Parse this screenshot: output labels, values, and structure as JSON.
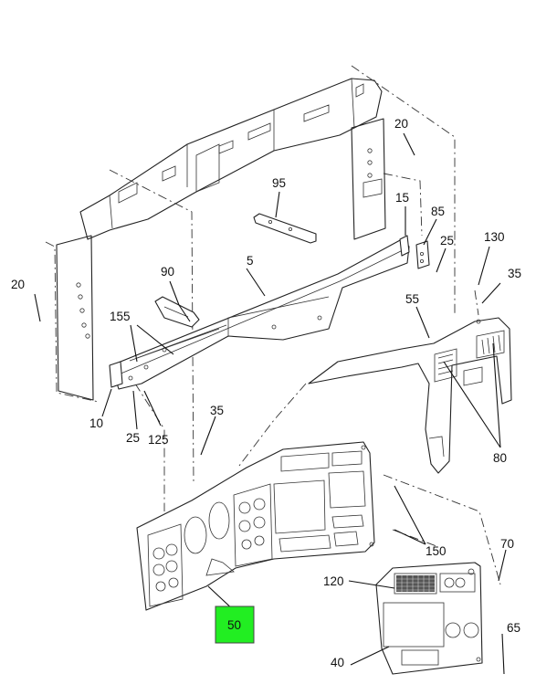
{
  "labels": {
    "l20a": "20",
    "l20b": "20",
    "l95": "95",
    "l15": "15",
    "l85": "85",
    "l25a": "25",
    "l130": "130",
    "l35a": "35",
    "l90": "90",
    "l5": "5",
    "l55": "55",
    "l155": "155",
    "l10": "10",
    "l25b": "25",
    "l125": "125",
    "l35b": "35",
    "l80": "80",
    "l150": "150",
    "l70": "70",
    "l120": "120",
    "l65": "65",
    "l40": "40",
    "l50": "50"
  },
  "highlight": {
    "part": "50",
    "color": "#22ee22"
  }
}
